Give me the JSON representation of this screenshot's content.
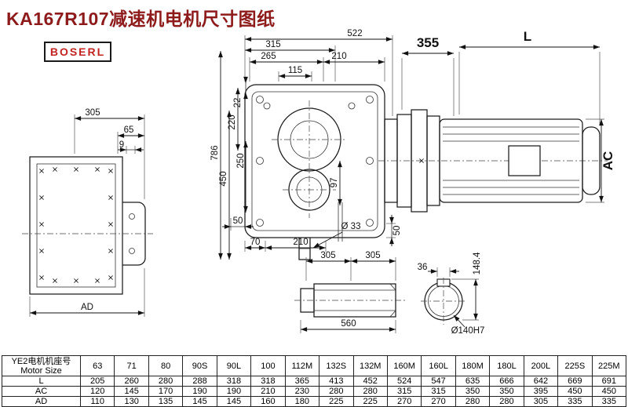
{
  "page": {
    "title": "KA167R107减速机电机尺寸图纸",
    "logo": "BOSERL"
  },
  "dims": {
    "side": {
      "w305": "305",
      "w65": "65",
      "w9": "9",
      "ad": "AD"
    },
    "front": {
      "top522": "522",
      "top315": "315",
      "top265": "265",
      "top210": "210",
      "top115": "115",
      "left786": "786",
      "left450": "450",
      "left250": "250",
      "left220": "220",
      "left22": "22",
      "mid97": "97",
      "bot50l": "50",
      "bot70": "70",
      "bot210": "210",
      "dia33": "Ø 33",
      "bot50r": "50"
    },
    "motor": {
      "w355": "355",
      "len_l": "L",
      "ac": "AC"
    },
    "shaft": {
      "seg305a": "305",
      "seg305b": "305",
      "total560": "560"
    },
    "shaft_end": {
      "key36": "36",
      "h1484": "148.4",
      "dia140": "Ø140H7"
    }
  },
  "table": {
    "header_cn": "YE2电机机座号",
    "header_en": "Motor Size",
    "columns": [
      "63",
      "71",
      "80",
      "90S",
      "90L",
      "100",
      "112M",
      "132S",
      "132M",
      "160M",
      "160L",
      "180M",
      "180L",
      "200L",
      "225S",
      "225M"
    ],
    "rows": [
      {
        "label": "L",
        "values": [
          "205",
          "260",
          "280",
          "288",
          "318",
          "318",
          "365",
          "413",
          "452",
          "524",
          "547",
          "635",
          "666",
          "642",
          "669",
          "691"
        ]
      },
      {
        "label": "AC",
        "values": [
          "120",
          "145",
          "170",
          "190",
          "190",
          "210",
          "230",
          "280",
          "280",
          "315",
          "315",
          "350",
          "350",
          "395",
          "450",
          "450"
        ]
      },
      {
        "label": "AD",
        "values": [
          "110",
          "130",
          "135",
          "145",
          "145",
          "160",
          "180",
          "225",
          "225",
          "270",
          "270",
          "280",
          "280",
          "305",
          "335",
          "335"
        ]
      }
    ]
  }
}
